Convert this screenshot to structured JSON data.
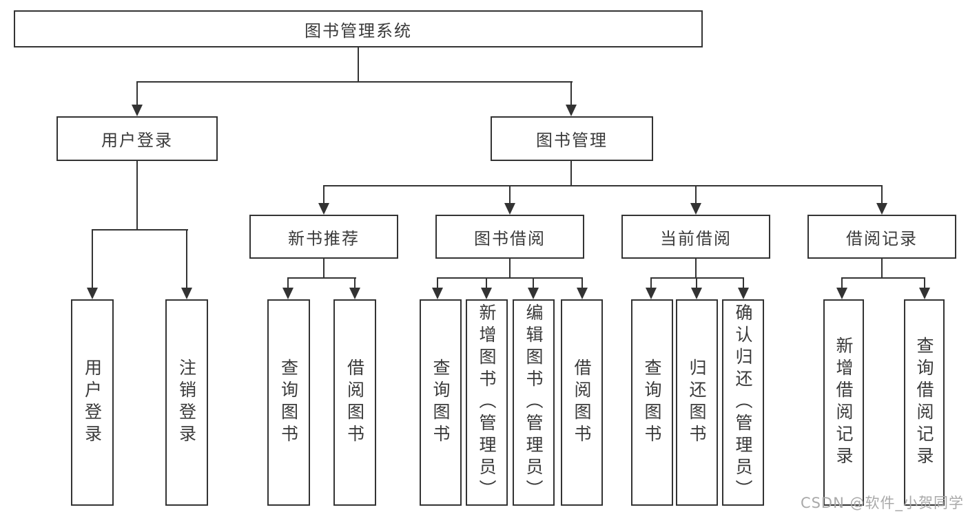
{
  "diagram": {
    "root": "图书管理系统",
    "level2": {
      "user_login": "用户登录",
      "book_management": "图书管理"
    },
    "level3": {
      "new_books": "新书推荐",
      "book_borrow": "图书借阅",
      "current_borrow": "当前借阅",
      "borrow_records": "借阅记录"
    },
    "leaves": {
      "user_login": [
        "用户登录",
        "注销登录"
      ],
      "new_books": [
        "查询图书",
        "借阅图书"
      ],
      "book_borrow": [
        "查询图书",
        "新增图书（管理员）",
        "编辑图书（管理员）",
        "借阅图书"
      ],
      "current_borrow": [
        "查询图书",
        "归还图书",
        "确认归还（管理员）"
      ],
      "borrow_records": [
        "新增借阅记录",
        "查询借阅记录"
      ]
    },
    "line_color": "#333333",
    "text_color": "#3a3a3a",
    "background": "#ffffff"
  },
  "watermark": "CSDN @软件_小贺同学"
}
